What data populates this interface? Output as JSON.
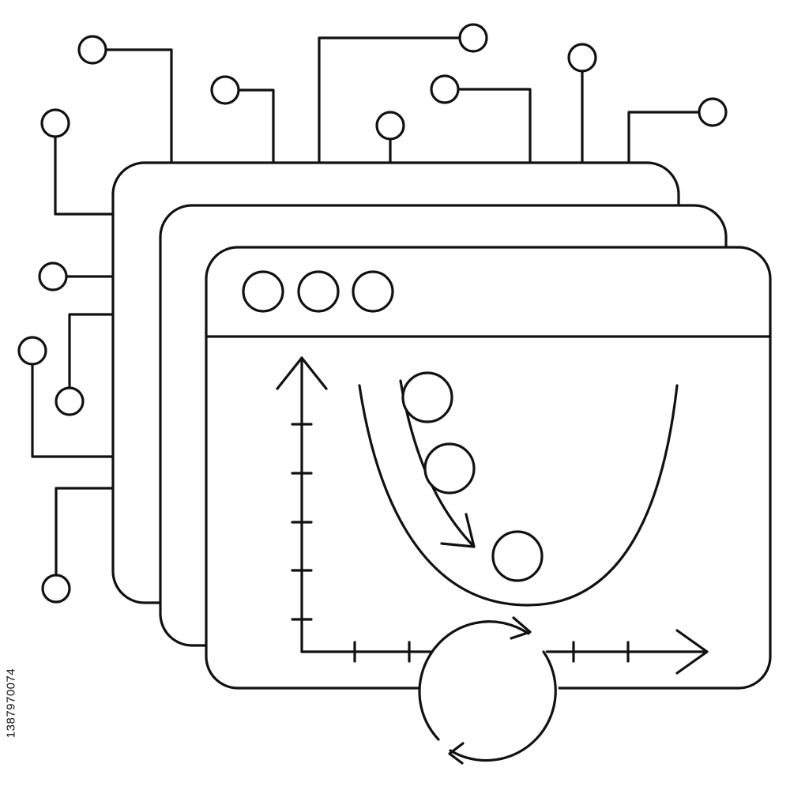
{
  "watermark_id": "1387970074",
  "colors": {
    "stroke": "#111111",
    "background": "#ffffff"
  },
  "window": {
    "control_dots": 3
  },
  "chart": {
    "y_ticks": 5,
    "x_ticks_left": 2,
    "x_ticks_right": 2,
    "balls": 3
  },
  "icons": [
    "circuit-trace-icon",
    "window-stack-icon",
    "parabola-chart-icon",
    "refresh-cycle-icon"
  ]
}
